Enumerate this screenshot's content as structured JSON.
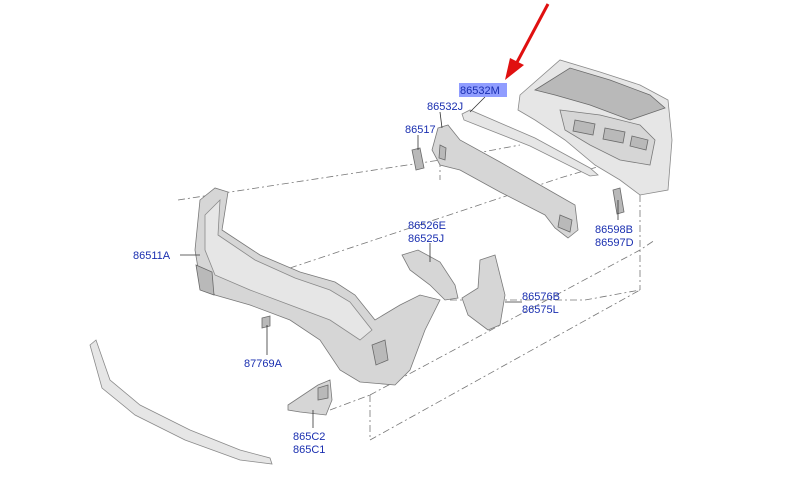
{
  "diagram": {
    "labels": {
      "lbl_86532M": "86532M",
      "lbl_86532J": "86532J",
      "lbl_86517": "86517",
      "lbl_86598B": "86598B",
      "lbl_86597D": "86597D",
      "lbl_86526E": "86526E",
      "lbl_86525J": "86525J",
      "lbl_86511A": "86511A",
      "lbl_86576B": "86576B",
      "lbl_86575L": "86575L",
      "lbl_87769A": "87769A",
      "lbl_865C2": "865C2",
      "lbl_865C1": "865C1"
    },
    "highlight_color": "#6b7cff",
    "arrow_color": "#e01010",
    "label_color": "#1a2fb0"
  }
}
